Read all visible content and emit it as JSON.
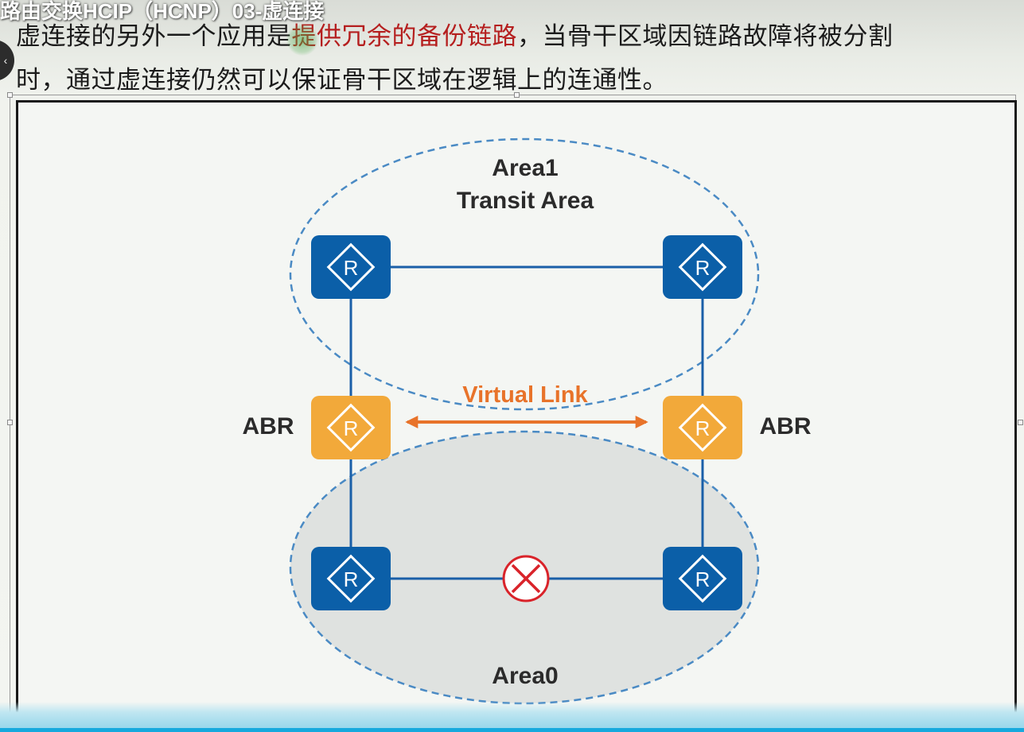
{
  "video_title": "路由交换HCIP（HCNP）03-虚连接",
  "caption": {
    "line1_before": "虚连接的另外一个应用是",
    "line1_highlight": "提供冗余的备份链路",
    "line1_after": "，当骨干区域因链路故障将被分割",
    "line2": "时，通过虚连接仍然可以保证骨干区域在逻辑上的连通性。"
  },
  "diagram": {
    "area1_name": "Area1",
    "area1_subtitle": "Transit Area",
    "area0_name": "Area0",
    "virtual_link_label": "Virtual Link",
    "abr_left_label": "ABR",
    "abr_right_label": "ABR",
    "router_glyph": "R",
    "colors": {
      "router_blue": "#0b5fa8",
      "router_orange": "#f2a93a",
      "virtual_link": "#e8732a",
      "link": "#1a5fa8",
      "area_border": "#4a8ac4",
      "area0_fill": "#dfe2e0",
      "failure_mark": "#d9232a"
    },
    "routers": [
      {
        "id": "area1-left-router",
        "type": "router"
      },
      {
        "id": "area1-right-router",
        "type": "router"
      },
      {
        "id": "abr-left-router",
        "type": "abr"
      },
      {
        "id": "abr-right-router",
        "type": "abr"
      },
      {
        "id": "area0-left-router",
        "type": "router"
      },
      {
        "id": "area0-right-router",
        "type": "router"
      }
    ],
    "failed_link_icon": "broken-link-x-icon"
  }
}
